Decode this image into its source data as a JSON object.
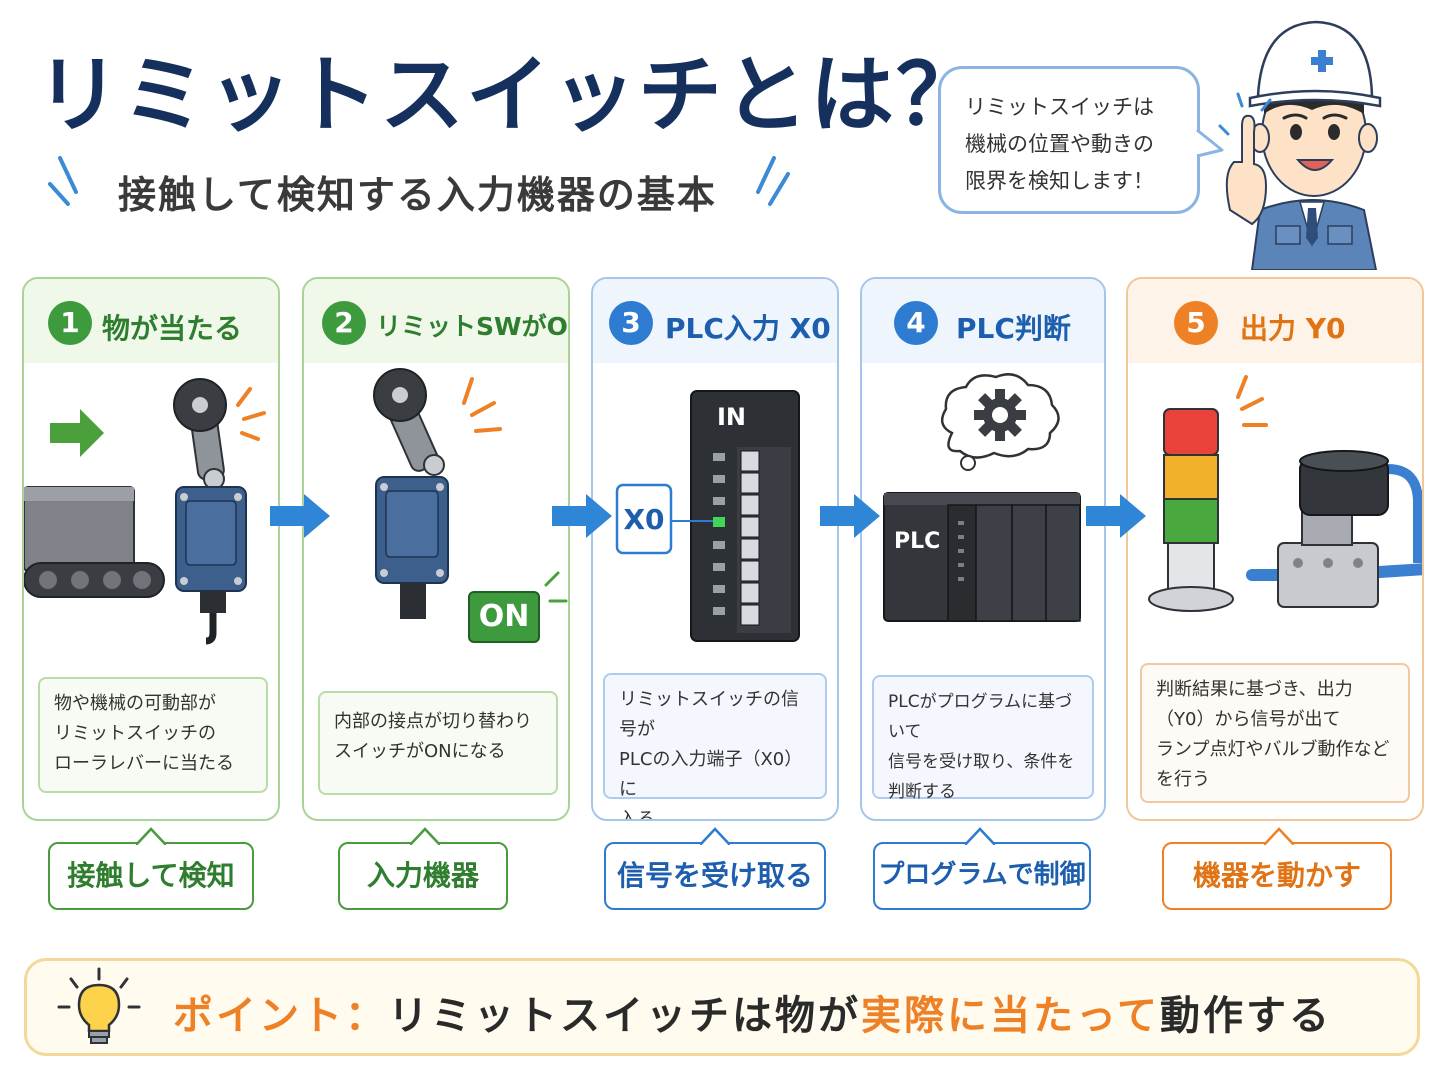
{
  "header": {
    "title": "リミットスイッチとは？",
    "subtitle": "接触して検知する入力機器の基本"
  },
  "speech_bubble": {
    "lines": [
      "リミットスイッチは",
      "機械の位置や動きの",
      "限界を検知します！"
    ]
  },
  "steps": [
    {
      "number": "1",
      "title": "物が当たる",
      "desc": [
        "物や機械の可動部が",
        "リミットスイッチの",
        "ローラレバーに当たる"
      ],
      "tag": "接触して検知"
    },
    {
      "number": "2",
      "title": "リミットSWがON",
      "desc": [
        "内部の接点が切り替わり",
        "スイッチがONになる"
      ],
      "tag": "入力機器",
      "badge": "ON"
    },
    {
      "number": "3",
      "title": "PLC入力 X0",
      "desc": [
        "リミットスイッチの信号が",
        "PLCの入力端子（X0）に",
        "入る"
      ],
      "tag": "信号を受け取る",
      "module_label": "IN",
      "input_label": "X0"
    },
    {
      "number": "4",
      "title": "PLC判断",
      "desc": [
        "PLCがプログラムに基づいて",
        "信号を受け取り、条件を",
        "判断する"
      ],
      "tag": "プログラムで制御",
      "device_label": "PLC"
    },
    {
      "number": "5",
      "title": "出力 Y0",
      "desc": [
        "判断結果に基づき、出力",
        "（Y0）から信号が出て",
        "ランプ点灯やバルブ動作など",
        "を行う"
      ],
      "tag": "機器を動かす"
    }
  ],
  "point": {
    "label": "ポイント：",
    "text_before": "リミットスイッチは物が",
    "highlight": "実際に当たって",
    "text_after": "動作する"
  },
  "colors": {
    "title": "#16305e",
    "green": "#3d9a3d",
    "blue": "#2e7cd1",
    "orange": "#ee8026",
    "flow_arrow": "#2f86d6"
  },
  "icons": [
    "sparkle-icon",
    "green-arrow-icon",
    "impact-lines-icon",
    "gear-icon",
    "thought-cloud-icon",
    "flow-arrow-icon",
    "lightbulb-icon"
  ]
}
